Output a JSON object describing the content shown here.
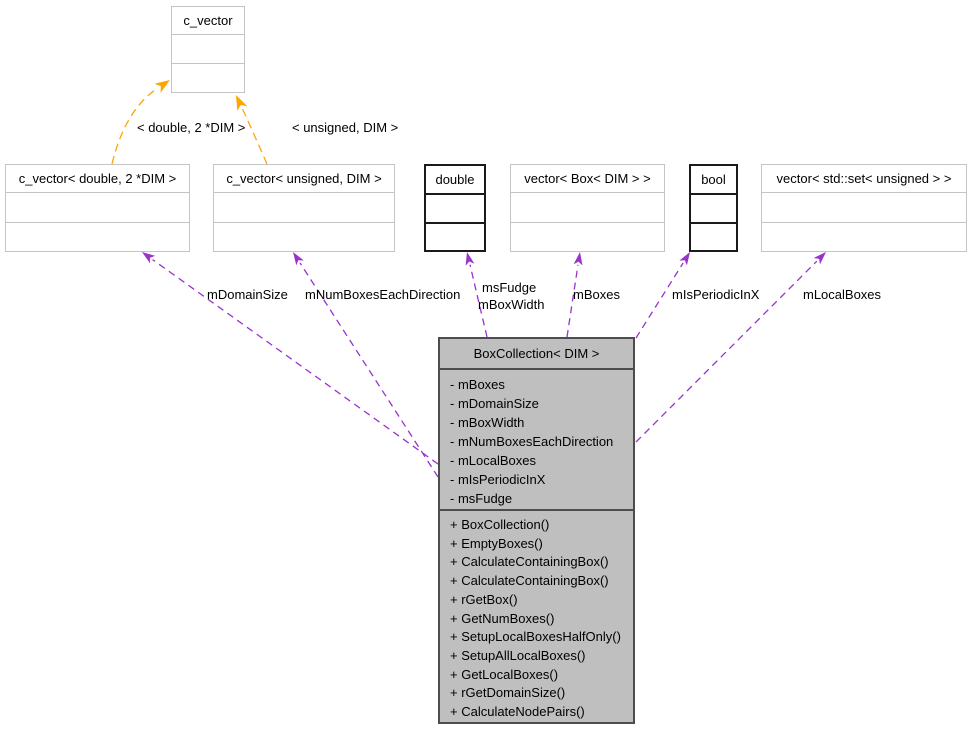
{
  "colors": {
    "template_edge": "#ffa500",
    "usage_edge": "#9a32cd",
    "main_fill": "#bfbfbf",
    "gray_border": "#c4c4c4",
    "black_border": "#1a1a1a"
  },
  "nodes": {
    "cvector": {
      "label": "c_vector"
    },
    "cvector_double": {
      "label": "c_vector< double, 2 *DIM >"
    },
    "cvector_unsigned": {
      "label": "c_vector< unsigned, DIM >"
    },
    "double_type": {
      "label": "double"
    },
    "vector_box": {
      "label": "vector< Box< DIM > >"
    },
    "bool_type": {
      "label": "bool"
    },
    "vector_set": {
      "label": "vector< std::set< unsigned > >"
    }
  },
  "main": {
    "title": "BoxCollection< DIM >",
    "attributes": [
      "- mBoxes",
      "- mDomainSize",
      "- mBoxWidth",
      "- mNumBoxesEachDirection",
      "- mLocalBoxes",
      "- mIsPeriodicInX",
      "- msFudge"
    ],
    "methods": [
      "+ BoxCollection()",
      "+ EmptyBoxes()",
      "+ CalculateContainingBox()",
      "+ CalculateContainingBox()",
      "+ rGetBox()",
      "+ GetNumBoxes()",
      "+ SetupLocalBoxesHalfOnly()",
      "+ SetupAllLocalBoxes()",
      "+ GetLocalBoxes()",
      "+ rGetDomainSize()",
      "+ CalculateNodePairs()"
    ]
  },
  "edge_labels": {
    "template_double": "< double, 2 *DIM >",
    "template_unsigned": "< unsigned, DIM >",
    "m_domain_size": "mDomainSize",
    "m_num_boxes_each_direction": "mNumBoxesEachDirection",
    "ms_fudge": "msFudge",
    "m_box_width": "mBoxWidth",
    "m_boxes": "mBoxes",
    "m_is_periodic_in_x": "mIsPeriodicInX",
    "m_local_boxes": "mLocalBoxes"
  }
}
